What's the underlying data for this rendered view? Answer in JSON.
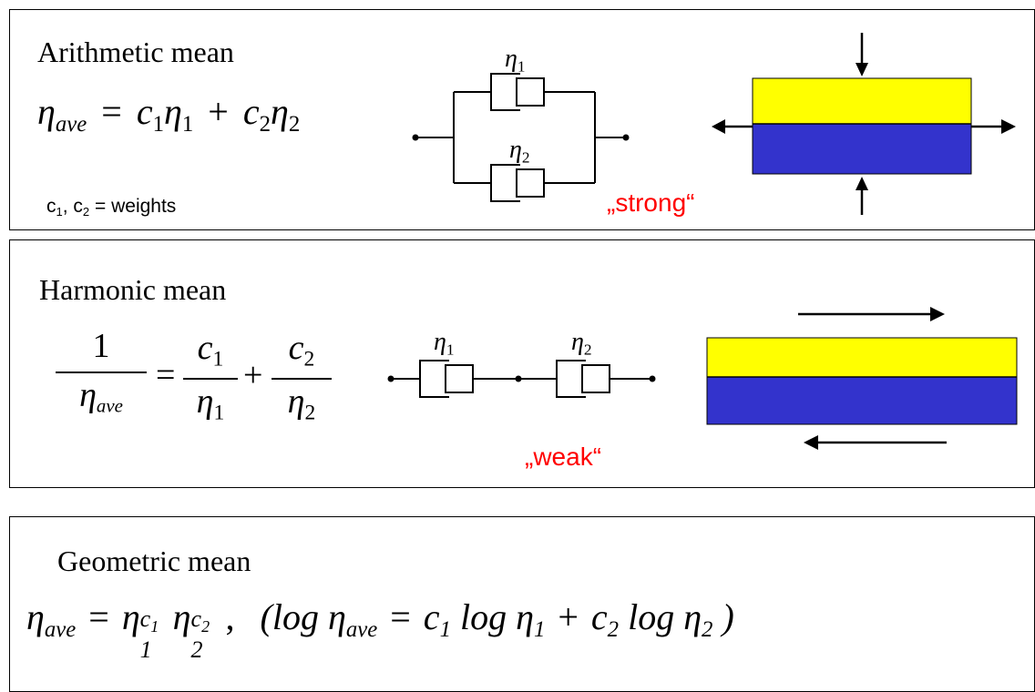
{
  "arithmetic": {
    "title": "Arithmetic mean",
    "eta": "η",
    "ave": "ave",
    "eq": "=",
    "c": "c",
    "one": "1",
    "two": "2",
    "plus": "+",
    "weights_c": "c",
    "weights_sep": ", ",
    "weights_tail": " = weights",
    "dashpot1": "η",
    "dashpot2": "η",
    "label": "„strong“"
  },
  "harmonic": {
    "title": "Harmonic mean",
    "numerator": "1",
    "eta": "η",
    "ave": "ave",
    "eq": "=",
    "plus": "+",
    "c": "c",
    "one": "1",
    "two": "2",
    "label": "„weak“"
  },
  "geometric": {
    "title": "Geometric mean",
    "eta": "η",
    "ave": "ave",
    "eq": "=",
    "c": "c",
    "one": "1",
    "two": "2",
    "comma": ",",
    "paren_open": "(",
    "log": "log",
    "plus": "+",
    "paren_close": ")"
  },
  "colors": {
    "yellow": "#ffff00",
    "blue": "#3333cc",
    "red": "#ff0000"
  }
}
